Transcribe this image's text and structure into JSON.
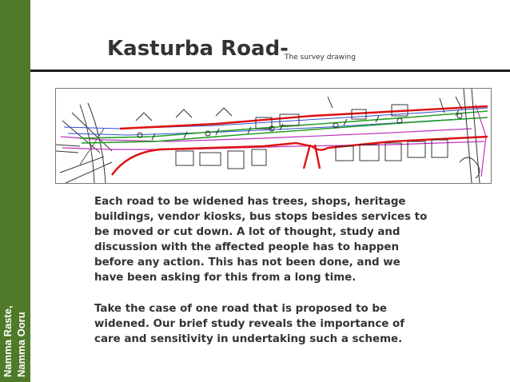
{
  "sidebar": {
    "line1": "Namma Raste,",
    "line2": "Namma Ooru"
  },
  "header": {
    "title": "Kasturba Road-",
    "subtitle": "The survey drawing"
  },
  "body": {
    "paragraph1": "Each road to be widened has trees, shops, heritage buildings, vendor kiosks, bus stops besides services to be moved or cut down. A lot of thought, study and discussion with the affected people has to happen before any action.  This has not been done, and we have been asking for this from a long time.",
    "paragraph2": "Take the case of one road that is proposed to be widened.  Our brief study reveals the importance of care and sensitivity in undertaking such a scheme."
  },
  "colors": {
    "sidebar": "#4f7a2a",
    "road_red": "#e01010",
    "road_green": "#22a022",
    "road_magenta": "#c030c0",
    "ink": "#333333"
  }
}
